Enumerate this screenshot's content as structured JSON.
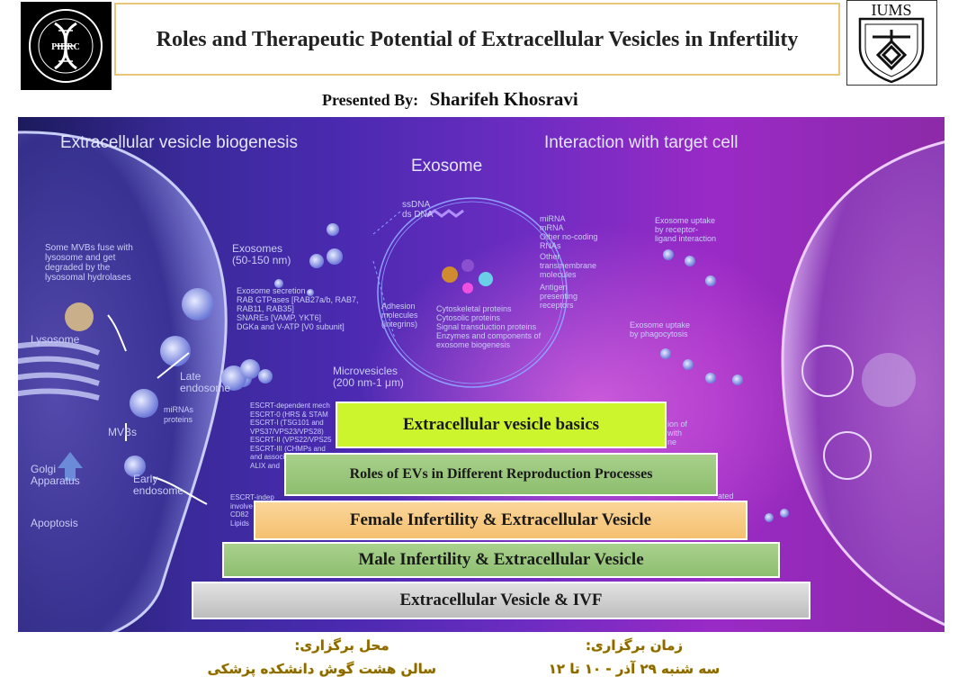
{
  "header": {
    "title": "Roles and Therapeutic Potential of Extracellular Vesicles in Infertility",
    "presented_by_label": "Presented By:",
    "presenter_name": "Sharifeh Khosravi",
    "left_logo_text": "PIDRC",
    "right_logo_text": "IUMS"
  },
  "scene": {
    "heading_left": "Extracellular vesicle biogenesis",
    "heading_right": "Interaction with target cell",
    "heading_center": "Exosome",
    "labels": {
      "mvb_fuse": "Some MVBs fuse with\nlysosome and get\ndegraded by the\nlysosomal hydrolases",
      "lysosome": "Lysosome",
      "exosomes_size": "Exosomes\n(50-150 nm)",
      "exosome_secretion": "Exosome secretion\nRAB GTPases [RAB27a/b, RAB7,\nRAB11, RAB35]\nSNAREs [VAMP, YKT6]\nDGKa and V-ATP [V0 subunit]",
      "late_endosome": "Late\nendosome",
      "mirnas": "miRNAs\nproteins",
      "mvbs": "MVBs",
      "golgi": "Golgi\nApparatus",
      "early_endosome": "Early\nendosome",
      "apoptosis": "Apoptosis",
      "microvesicles": "Microvesicles\n(200 nm-1 μm)",
      "escrt": "ESCRT-dependent mech\nESCRT-0 (HRS & STAM\nESCRT-I (TSG101 and\nVPS37/VPS23/VPS28)\nESCRT-II (VPS22/VPS25\nESCRT-III (CHMPs and\nand associated\nALIX and",
      "escrt2": "ESCRT-indep\ninvolve\nCD82\nLipids",
      "ssdna": "ssDNA\nds DNA",
      "mirna": "miRNA\nmRNA\nOther no-coding\nRNAs",
      "other_tm": "Other\ntransmembrane\nmolecules",
      "antigen": "Antigen\npresenting\nreceptors",
      "adhesion": "Adhesion\nmolecules\n(integrins)",
      "cytoskeletal": "Cytoskeletal proteins\nCytosolic proteins\nSignal transduction proteins\nEnzymes and components of\nexosome biogenesis",
      "uptake_receptor": "Exosome uptake\nby receptor-\nligand interaction",
      "uptake_phago": "Exosome uptake\nby phagocytosis",
      "fusion_partial": "ion of\nwith\nne",
      "mediated_partial": "ated"
    }
  },
  "steps": [
    "Extracellular vesicle basics",
    "Roles of EVs in Different Reproduction Processes",
    "Female Infertility & Extracellular Vesicle",
    "Male Infertility & Extracellular Vesicle",
    "Extracellular Vesicle & IVF"
  ],
  "footer": {
    "venue_label": "محل برگزاری:",
    "venue_value": "سالن هشت گوش دانشکده پزشکی",
    "time_label": "زمان برگزاری:",
    "time_value": "سه شنبه ۲۹ آذر - ۱۰ تا ۱۲"
  },
  "colors": {
    "title_border": "#e8c878",
    "step1": "#ccf52e",
    "step2": "#99c77c",
    "step3": "#f7c87c",
    "step4": "#9bc87e",
    "step5": "#cfcfcf",
    "footer_text": "#8a6a00"
  }
}
